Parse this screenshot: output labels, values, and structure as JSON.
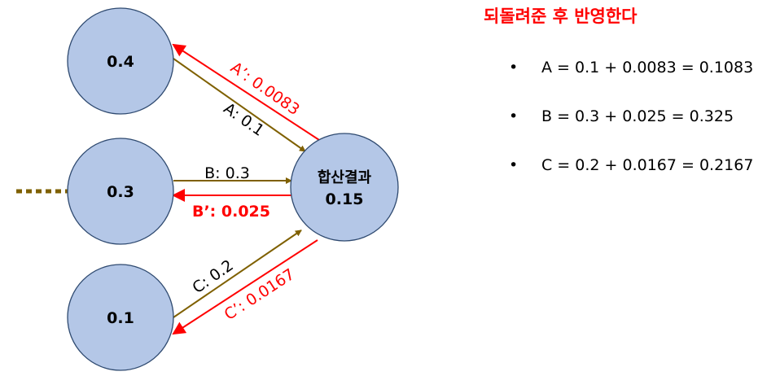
{
  "nodes": {
    "n04": "0.4",
    "n03": "0.3",
    "n01": "0.1",
    "center_title": "합산결과",
    "center_value": "0.15"
  },
  "edges": {
    "a": "A: 0.1",
    "a_back": "A’: 0.0083",
    "b": "B: 0.3",
    "b_back": "B’: 0.025",
    "c": "C: 0.2",
    "c_back": "C’: 0.0167"
  },
  "title": "되돌려준 후 반영한다",
  "bullets": [
    {
      "symbol": "•",
      "text": "A = 0.1 + 0.0083 = 0.1083"
    },
    {
      "symbol": "•",
      "text": "B = 0.3 + 0.025 = 0.325"
    },
    {
      "symbol": "•",
      "text": "C = 0.2 + 0.0167 = 0.2167"
    }
  ],
  "colors": {
    "forward": "#7f6000",
    "backward": "#ff0000",
    "node": "#b4c7e7"
  }
}
